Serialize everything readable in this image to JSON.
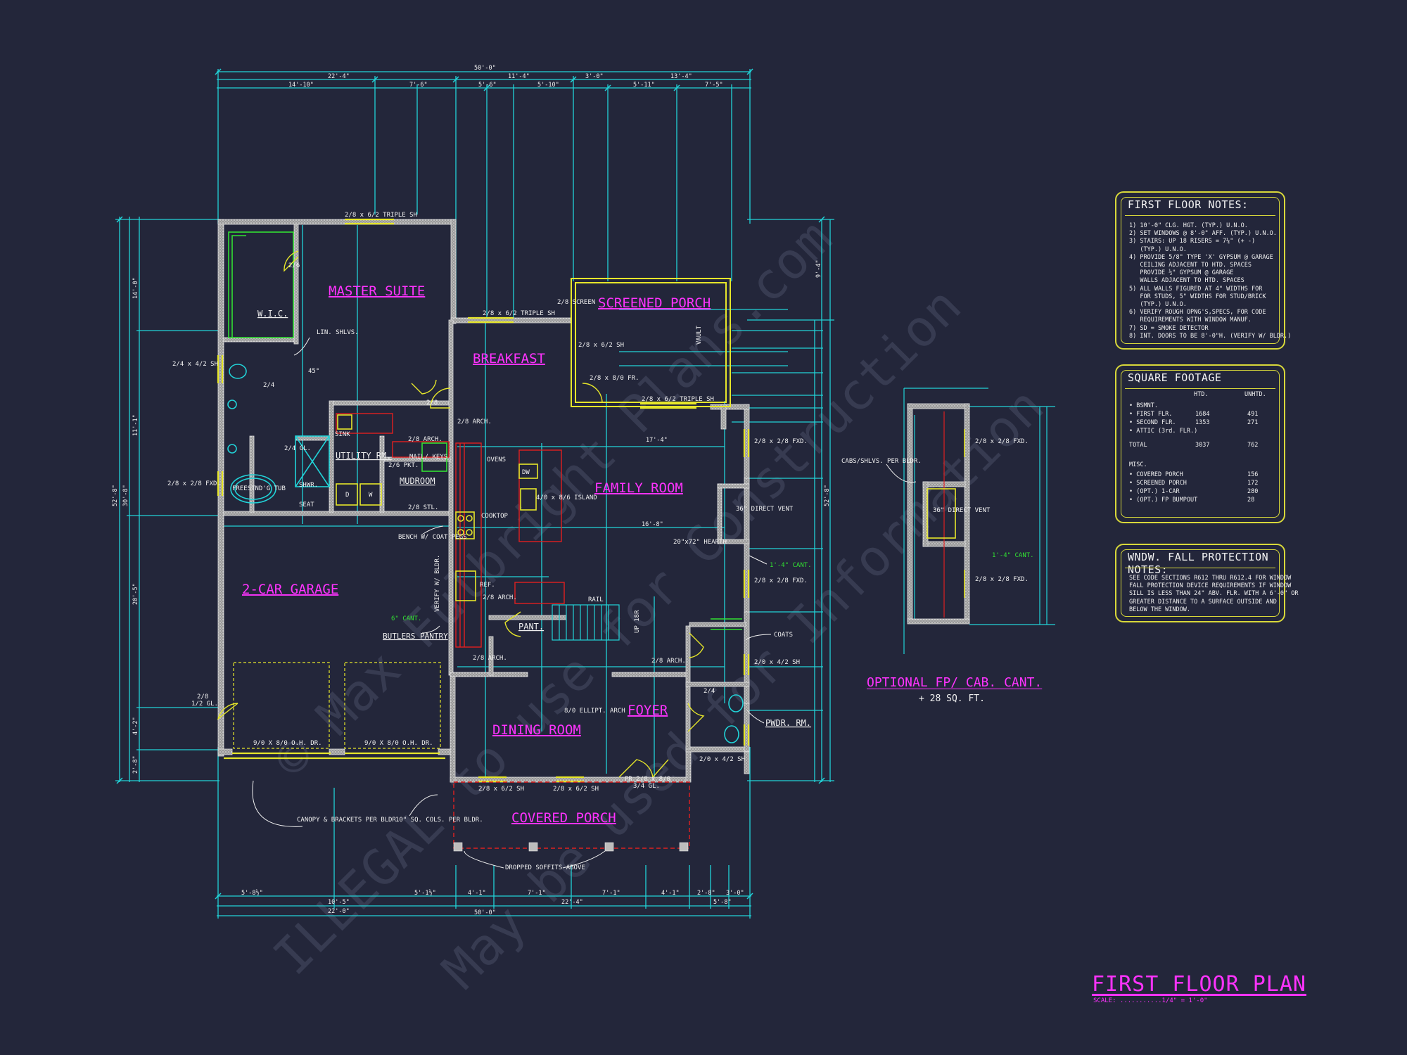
{
  "watermark": {
    "line1": "© Max Fulbright Plans.com",
    "line2": "ILLEGAL to use for Construction",
    "line3": "May be used for Information"
  },
  "rooms": {
    "master_suite": "MASTER SUITE",
    "screened_porch": "SCREENED PORCH",
    "breakfast": "BREAKFAST",
    "family_room": "FAMILY ROOM",
    "garage": "2-CAR GARAGE",
    "dining_room": "DINING ROOM",
    "foyer": "FOYER",
    "covered_porch": "COVERED PORCH",
    "utility": "UTILITY RM.",
    "mudroom": "MUDROOM",
    "wic": "W.I.C.",
    "pant": "PANT.",
    "pwdr": "PWDR. RM.",
    "butlers_pantry": "BUTLERS PANTRY"
  },
  "labels": {
    "dim_overall_top": "50'-0\"",
    "dim_overall_bottom": "50'-0\"",
    "dim_22_4_top": "22'-4\"",
    "dim_11_4": "11'-4\"",
    "dim_3_0": "3'-0\"",
    "dim_13_4": "13'-4\"",
    "dim_14_10": "14'-10\"",
    "dim_7_6": "7'-6\"",
    "dim_5_6": "5'-6\"",
    "dim_5_10": "5'-10\"",
    "dim_5_11": "5'-11\"",
    "dim_7_5": "7'-5\"",
    "dim_22_4_bot": "22'-4\"",
    "dim_22_0": "22'-0\"",
    "dim_10_5": "10'-5\"",
    "dim_5_8a": "5'-8½\"",
    "dim_5_8b": "5'-1½\"",
    "dim_4_1a": "4'-1\"",
    "dim_7_1a": "7'-1\"",
    "dim_7_1b": "7'-1\"",
    "dim_4_1b": "4'-1\"",
    "dim_2_8": "2'-8\"",
    "dim_3_0b": "3'-0\"",
    "dim_5_8c": "5'-8\"",
    "dim_left_52": "52'-8\"",
    "dim_left_30": "30'-8\"",
    "dim_left_14": "14'-0\"",
    "dim_left_11": "11'-1\"",
    "dim_left_20": "20'-5\"",
    "dim_left_4": "4'-2\"",
    "dim_left_2": "2'-8\"",
    "dim_right_52": "52'-8\"",
    "dim_right_9": "9'-4\"",
    "dim_right_17": "17'-4\"",
    "dim_right_16": "16'-8\"",
    "win_triple_top": "2/8 x 6/2 TRIPLE SH",
    "win_triple_break": "2/8 x 6/2 TRIPLE SH",
    "win_triple_porch": "2/8 x 6/2 TRIPLE SH",
    "win_sp_sh": "2/8 x 6/2 SH",
    "win_sp_fr": "2/8 x 8/0 FR.",
    "win_screen": "2/8 SCREEN",
    "win_left_sh": "2/4 x 4/2 SH",
    "win_left_fxd": "2/8 x 2/8 FXD.",
    "win_right_fxd1": "2/8 x 2/8 FXD.",
    "win_right_fxd2": "2/8 x 2/8 FXD.",
    "win_right_sh": "2/0 x 4/2 SH",
    "win_right_sh2": "2/0 x 4/2 SH",
    "win_front1": "2/8 x 6/2 SH",
    "win_front2": "2/8 x 6/2 SH",
    "door_front": "PR 2/8 x 8/0",
    "door_front2": "3/4 GL.",
    "door_garage": "2/8",
    "door_garage2": "1/2 GL.",
    "oh_door1": "9/0 X 8/0 O.H. DR.",
    "oh_door2": "9/0 X 8/0 O.H. DR.",
    "vault": "VAULT",
    "lin": "LIN. SHLVS.",
    "freestanding": "FREESTND'G TUB",
    "shwr": "SHWR.",
    "seat": "SEAT",
    "sink": "SINK",
    "mail": "MAIL/ KEYS",
    "pkt": "2/6 PKT.",
    "stl": "2/8 STL.",
    "bench": "BENCH W/ COAT PEGS",
    "ovens": "OVENS",
    "dw": "DW",
    "island": "4/0 x 8/6 ISLAND",
    "cooktop": "COOKTOP",
    "ref": "REF.",
    "arch1": "2/8 ARCH.",
    "arch2": "2/8 ARCH.",
    "arch3": "2/8 ARCH.",
    "arch4": "2/8 ARCH.",
    "arch5": "2/8 ARCH.",
    "ellipt": "8/0 ELLIPT. ARCH",
    "direct_vent": "36\" DIRECT VENT",
    "hearth": "20\"x72\" HEARTH",
    "cant1": "1'-4\" CANT.",
    "cant2": "6\" CANT.",
    "rail": "RAIL",
    "up": "UP 18R",
    "coats": "COATS",
    "canopy": "CANOPY & BRACKETS PER BLDR.",
    "cols": "10\" SQ. COLS. PER BLDR.",
    "soffits": "DROPPED SOFFITS ABOVE",
    "verify": "VERIFY W/ BLDR.",
    "gl": "2/4 GL.",
    "d": "D",
    "w": "W",
    "door_2_6": "2/6",
    "door_2_4": "2/4",
    "door_2_8": "2/8",
    "deg45": "45°",
    "cabs": "CABS/SHLVS. PER BLDR.",
    "cant3": "1'-4\" CANT.",
    "opt_vent": "36\" DIRECT VENT",
    "opt_fxd1": "2/8 x 2/8 FXD.",
    "opt_fxd2": "2/8 x 2/8 FXD.",
    "opt_title": "OPTIONAL FP/ CAB. CANT.",
    "opt_sub": "+ 28 SQ. FT."
  },
  "first_floor_notes": {
    "title": "FIRST FLOOR NOTES:",
    "lines": "1) 10'-0\" CLG. HGT. (TYP.) U.N.O.\n2) SET WINDOWS @ 8'-0\" AFF. (TYP.) U.N.O.\n3) STAIRS: UP 18 RISERS = 7¼\" (+ -)\n   (TYP.) U.N.O.\n4) PROVIDE 5/8\" TYPE 'X' GYPSUM @ GARAGE\n   CEILING ADJACENT TO HTD. SPACES\n   PROVIDE ½\" GYPSUM @ GARAGE\n   WALLS ADJACENT TO HTD. SPACES\n5) ALL WALLS FIGURED AT 4\" WIDTHS FOR\n   FOR STUDS, 5\" WIDTHS FOR STUD/BRICK\n   (TYP.) U.N.O.\n6) VERIFY ROUGH OPNG'S,SPECS, FOR CODE\n   REQUIREMENTS WITH WINDOW MANUF.\n7) SD = SMOKE DETECTOR\n8) INT. DOORS TO BE 8'-0\"H. (VERIFY W/ BLDR.)"
  },
  "square_footage": {
    "title": "SQUARE FOOTAGE",
    "col_htd": "HTD.",
    "col_unhtd": "UNHTD.",
    "rows": [
      {
        "label": "• BSMNT.",
        "htd": "",
        "unhtd": ""
      },
      {
        "label": "• FIRST FLR.",
        "htd": "1684",
        "unhtd": "491"
      },
      {
        "label": "• SECOND FLR.",
        "htd": "1353",
        "unhtd": "271"
      },
      {
        "label": "• ATTIC (3rd. FLR.)",
        "htd": "",
        "unhtd": ""
      },
      {
        "label": "TOTAL",
        "htd": "3037",
        "unhtd": "762"
      },
      {
        "label": "MISC.",
        "htd": "",
        "unhtd": ""
      },
      {
        "label": "• COVERED PORCH",
        "htd": "",
        "unhtd": "156"
      },
      {
        "label": "• SCREENED PORCH",
        "htd": "",
        "unhtd": "172"
      },
      {
        "label": "• (OPT.) 1-CAR",
        "htd": "",
        "unhtd": "280"
      },
      {
        "label": "• (OPT.) FP BUMPOUT",
        "htd": "",
        "unhtd": "28"
      }
    ]
  },
  "fall_protection_notes": {
    "title": "WNDW. FALL PROTECTION NOTES:",
    "lines": "SEE CODE SECTIONS R612 THRU R612.4 FOR WINDOW\nFALL PROTECTION DEVICE REQUIREMENTS IF WINDOW\nSILL IS LESS THAN 24\" ABV. FLR. WITH A 6'-0\" OR\nGREATER DISTANCE TO A SURFACE OUTSIDE AND\nBELOW THE WINDOW."
  },
  "plan_title": "FIRST FLOOR PLAN",
  "plan_scale": "SCALE: ...........1/4\" = 1'-0\"",
  "colors": {
    "background": "#23263a",
    "dimension": "#21d3d8",
    "wall": "#c9c9c9",
    "room_label": "#ff33ff",
    "note_border": "#d8d83a",
    "annotation": "#f0f0f0",
    "accent_green": "#32e032",
    "accent_red": "#e02020",
    "accent_yellow": "#e6e62a"
  }
}
